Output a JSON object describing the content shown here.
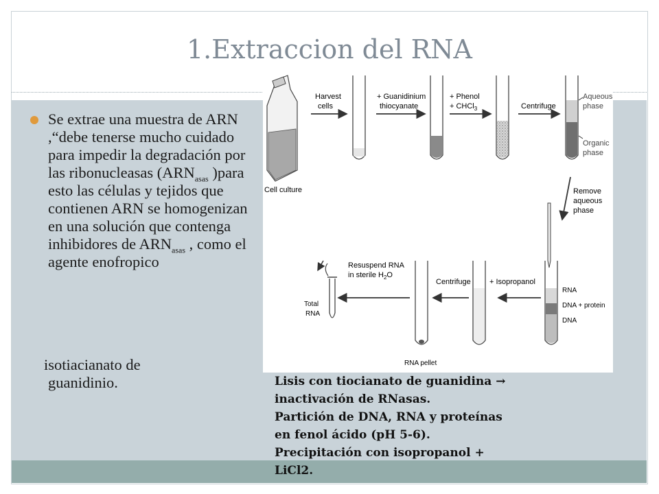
{
  "slide": {
    "title": "1.Extraccion del RNA",
    "bullet": {
      "part1": "Se extrae una muestra de ARN ,“debe tenerse mucho cuidado para impedir la degradación por las ribonucleasas (ARN",
      "sub1": "asas",
      "part2": " )para esto las células y tejidos que contienen ARN se homogenizan en una solución que contenga inhibidores de ARN",
      "sub2": "asas",
      "part3": " , como el agente enofropico"
    },
    "tail_line1": "isotiacianato de",
    "tail_line2": "guanidinio.",
    "caption": {
      "line1": "Lisis con tiocianato de guanidina →",
      "line2": "inactivación de RNasas.",
      "line3": "Partición de DNA, RNA y proteínas",
      "line4": "en fenol ácido (pH 5-6).",
      "line5": "Precipitación con isopropanol +",
      "line6": "LiCl2."
    }
  },
  "diagram": {
    "harvest": "Harvest",
    "cells": "cells",
    "guanidinium": "+ Guanidinium",
    "thiocyanate": "thiocyanate",
    "phenol": "+ Phenol",
    "chcl": "+ CHCl",
    "chcl_sub": "3",
    "centrifuge_top": "Centrifuge",
    "aqueous": "Aqueous",
    "phase1": "phase",
    "organic": "Organic",
    "phase2": "phase",
    "cell_culture": "Cell culture",
    "remove": "Remove",
    "aqueous2": "aqueous",
    "phase3": "phase",
    "isopropanol": "+ Isopropanol",
    "centrifuge_bottom": "Centrifuge",
    "resuspend1": "Resuspend RNA",
    "resuspend2": "in sterile H",
    "resuspend_sub": "2",
    "resuspend_o": "O",
    "rna": "RNA",
    "dna_protein": "DNA + protein",
    "dna": "DNA",
    "rna_pellet": "RNA pellet",
    "total": "Total",
    "total_rna": "RNA"
  },
  "colors": {
    "title": "#7f8a95",
    "content_band": "#c9d3d9",
    "footer_band": "#94adab",
    "bullet": "#e09a3c"
  }
}
